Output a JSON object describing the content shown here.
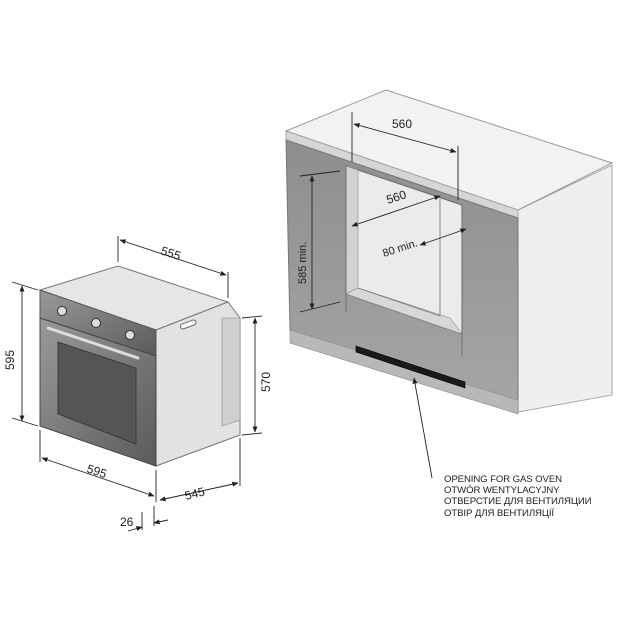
{
  "oven": {
    "height": "595",
    "width_top": "555",
    "width_front": "595",
    "depth": "545",
    "body_height": "570",
    "front_thickness": "26"
  },
  "cabinet": {
    "opening_width_top": "560",
    "inner_width": "560",
    "height_min": "585 min.",
    "gap_min": "80 min."
  },
  "ventilation_note": [
    "OPENING FOR GAS OVEN",
    "OTWÓR WENTYLACYJNY",
    "ОТВЕРСТИЕ ДЛЯ ВЕНТИЛЯЦИИ",
    "ОТВІР ДЛЯ ВЕНТИЛЯЦІЇ"
  ]
}
